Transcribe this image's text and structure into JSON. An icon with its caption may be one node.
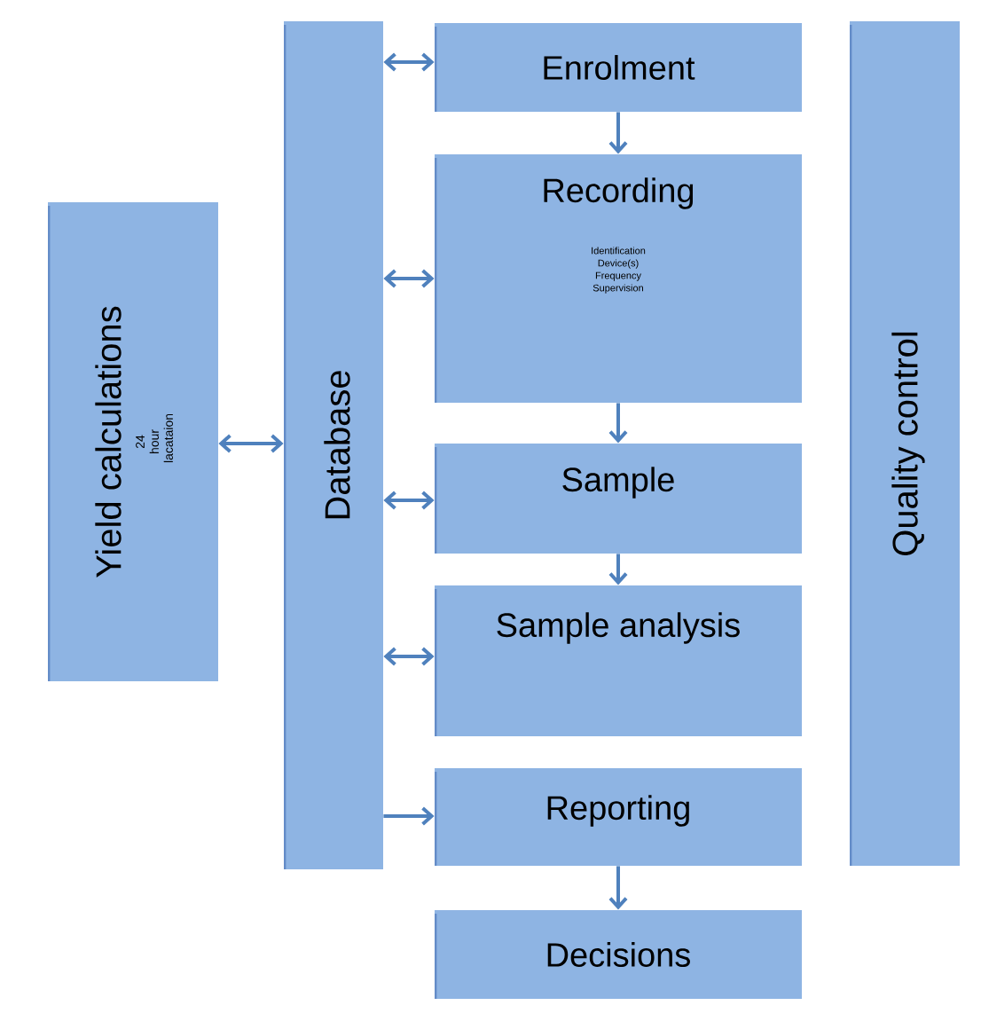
{
  "diagram": {
    "nodes": [
      {
        "text": [
          "Yield calculations",
          "24 hour lacataion"
        ]
      },
      {
        "text": [
          "Database"
        ]
      },
      {
        "text": [
          "Enrolment"
        ]
      },
      {
        "text": [
          "Recording",
          "Identification Device(s) Frequency Supervision"
        ]
      },
      {
        "text": [
          "Sample"
        ]
      },
      {
        "text": [
          "Sample analysis"
        ]
      },
      {
        "text": [
          "Reporting"
        ]
      },
      {
        "text": [
          "Decisions"
        ]
      },
      {
        "text": [
          "Quality control"
        ]
      }
    ],
    "edges": [
      {
        "from": 0,
        "to": 1,
        "arrow": "both"
      },
      {
        "from": 1,
        "to": 2,
        "arrow": "both"
      },
      {
        "from": 1,
        "to": 3,
        "arrow": "both"
      },
      {
        "from": 1,
        "to": 4,
        "arrow": "both"
      },
      {
        "from": 1,
        "to": 5,
        "arrow": "both"
      },
      {
        "from": 1,
        "to": 6,
        "arrow": "to"
      },
      {
        "from": 2,
        "to": 3,
        "arrow": "to"
      },
      {
        "from": 3,
        "to": 4,
        "arrow": "to"
      },
      {
        "from": 4,
        "to": 5,
        "arrow": "to"
      },
      {
        "from": 6,
        "to": 7,
        "arrow": "to"
      }
    ]
  }
}
